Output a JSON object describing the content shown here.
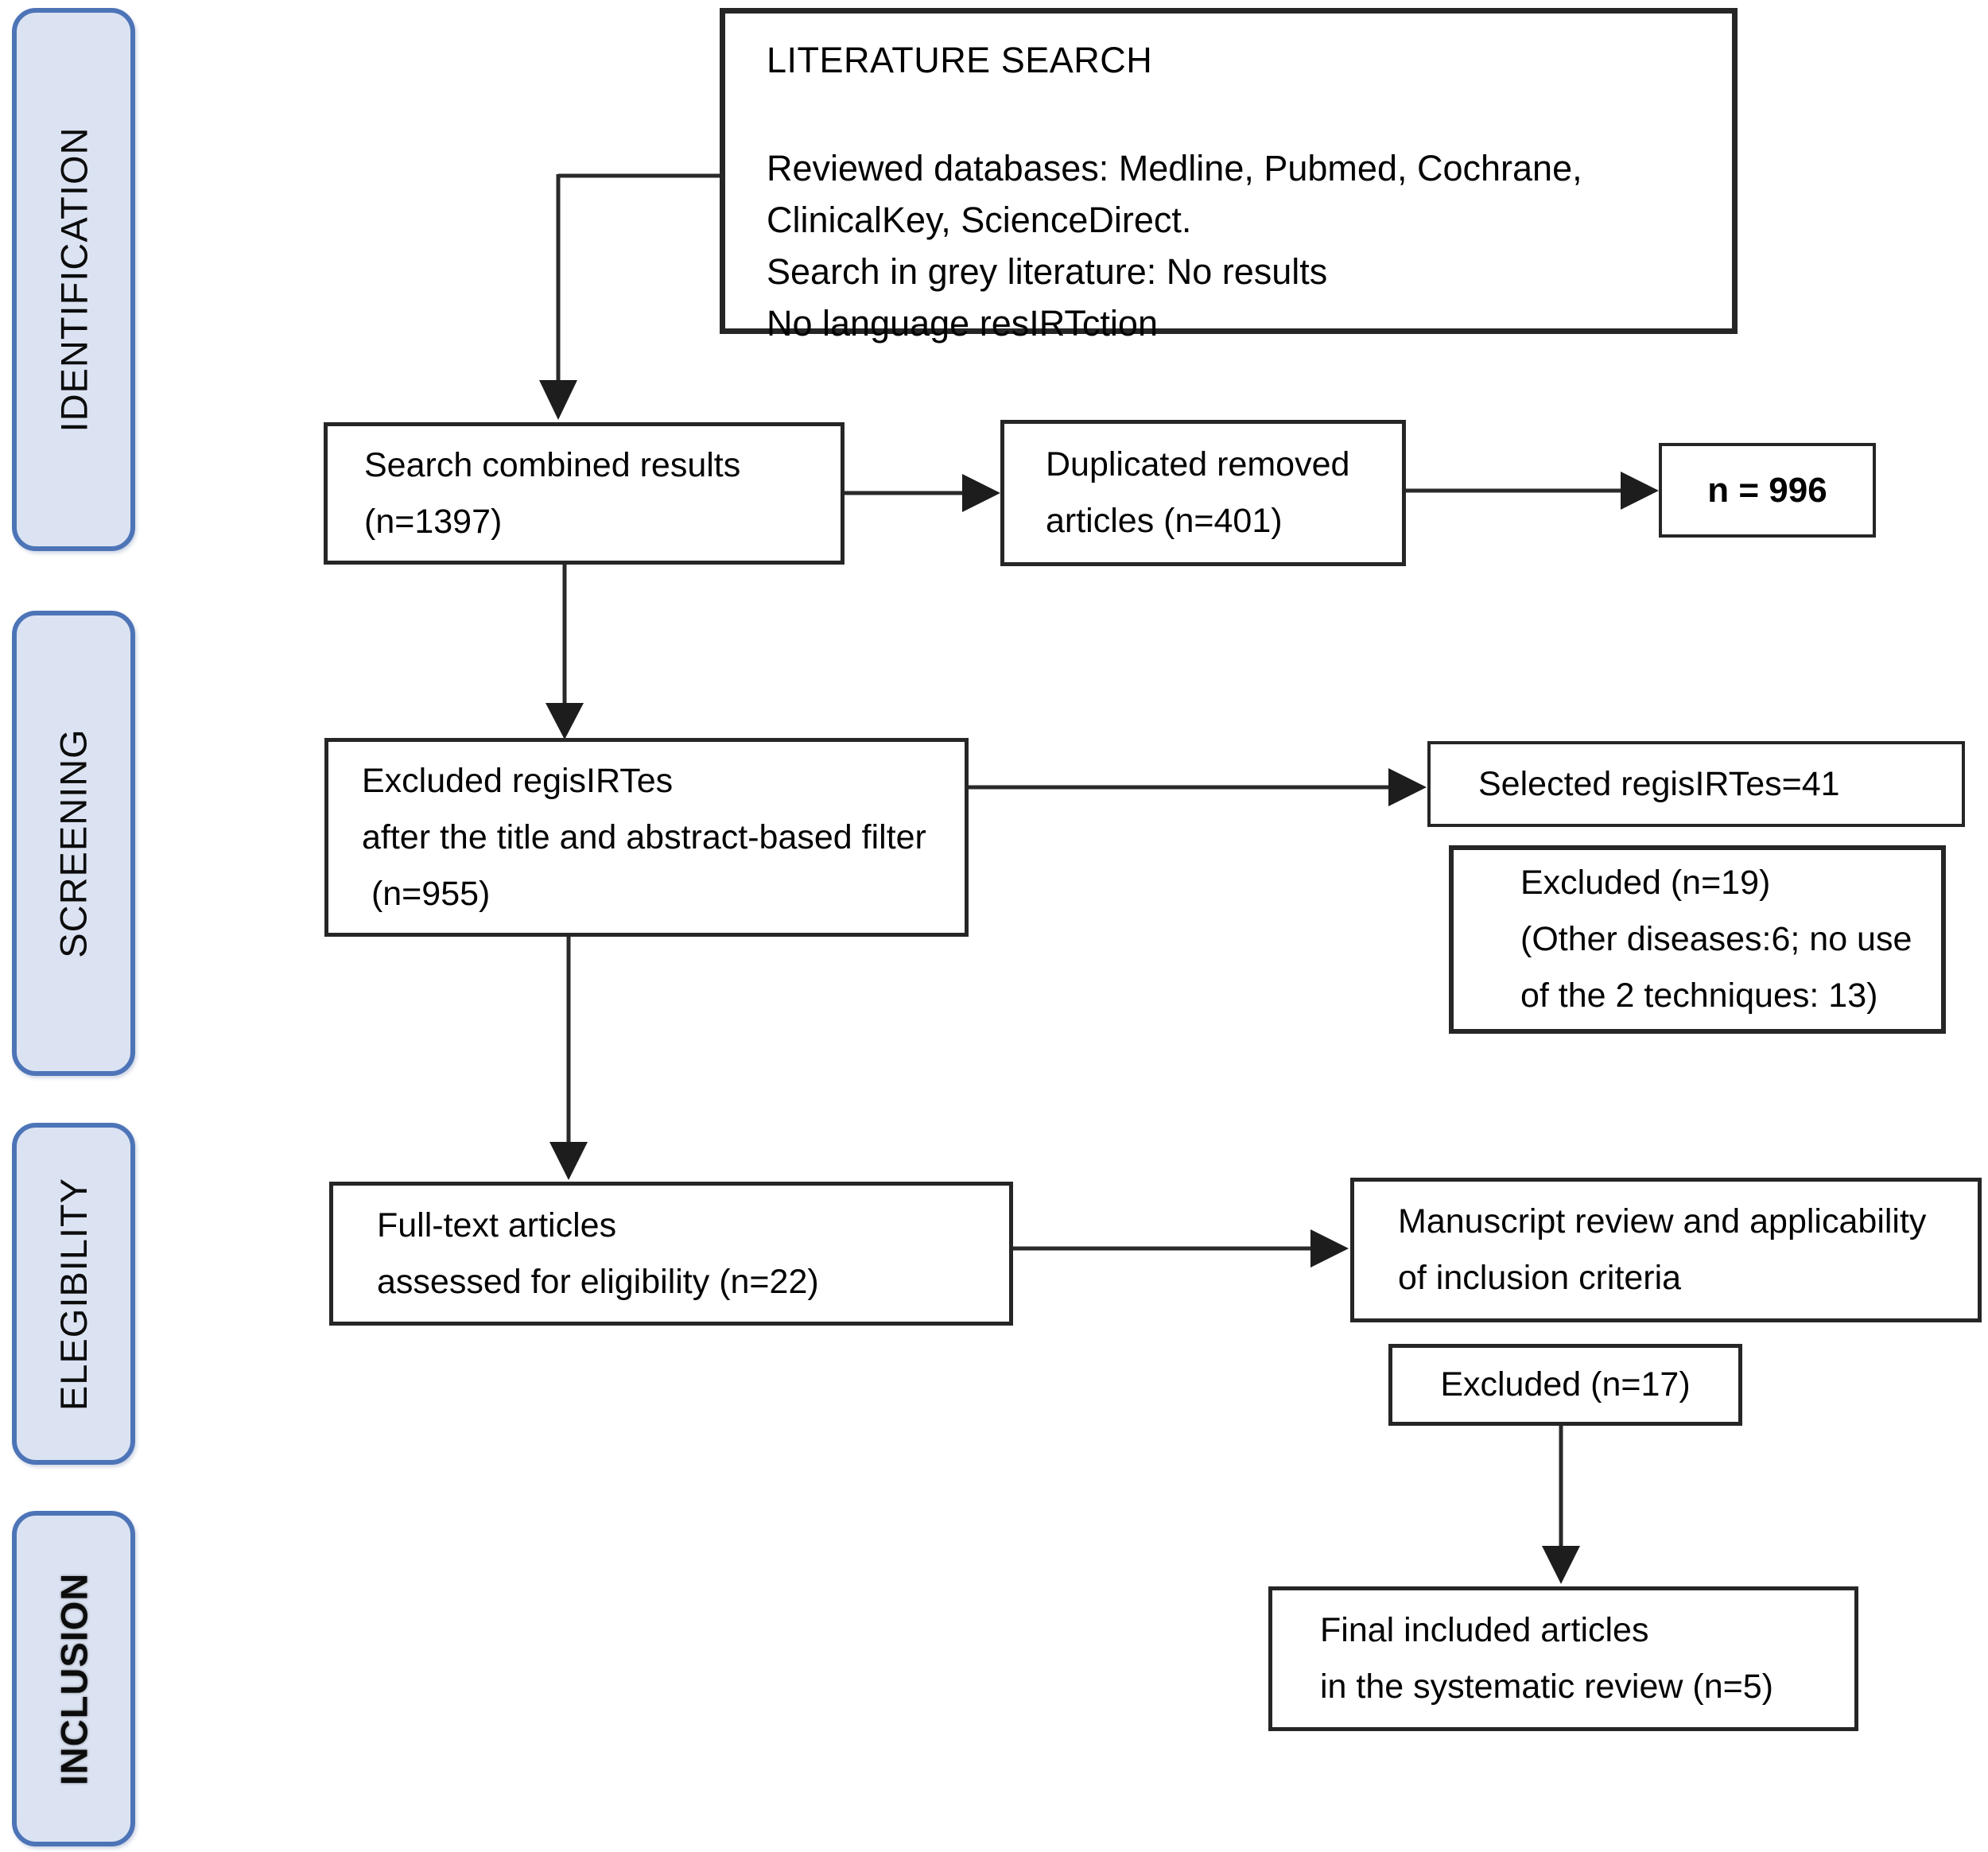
{
  "diagram": {
    "stages": [
      {
        "id": "identification",
        "label": "IDENTIFICATION"
      },
      {
        "id": "screening",
        "label": "SCREENING"
      },
      {
        "id": "elegibility",
        "label": "ELEGIBILITY"
      },
      {
        "id": "inclusion",
        "label": "INCLUSION"
      }
    ],
    "nodes": {
      "literature_search": {
        "title": "LITERATURE SEARCH",
        "lines": [
          "Reviewed databases: Medline, Pubmed, Cochrane,",
          "ClinicalKey, ScienceDirect.",
          "Search in grey literature: No results",
          "No language resIRTction"
        ]
      },
      "search_combined": {
        "lines": [
          "Search combined results",
          "(n=1397)"
        ]
      },
      "duplicated_removed": {
        "lines": [
          "Duplicated removed",
          "articles (n=401)"
        ]
      },
      "n996": {
        "lines": [
          "n = 996"
        ]
      },
      "excluded_registries": {
        "lines": [
          "Excluded regisIRTes",
          "after the title and abstract-based filter",
          " (n=955)"
        ]
      },
      "selected_registries": {
        "lines": [
          "Selected regisIRTes=41"
        ]
      },
      "excluded_19": {
        "lines": [
          "Excluded (n=19)",
          "(Other diseases:6; no use",
          "of the 2 techniques: 13)"
        ]
      },
      "full_text": {
        "lines": [
          "Full-text articles",
          "assessed for eligibility (n=22)"
        ]
      },
      "manuscript_review": {
        "lines": [
          "Manuscript review and applicability",
          "of inclusion criteria"
        ]
      },
      "excluded_17": {
        "lines": [
          "Excluded (n=17)"
        ]
      },
      "final_included": {
        "lines": [
          "Final included articles",
          "in the systematic review (n=5)"
        ]
      }
    },
    "colors": {
      "stage_fill": "#dbe3f3",
      "stage_border": "#4d74b7",
      "box_border": "#262626",
      "arrow": "#2a2a2a",
      "background": "#ffffff",
      "text": "#000000"
    }
  }
}
